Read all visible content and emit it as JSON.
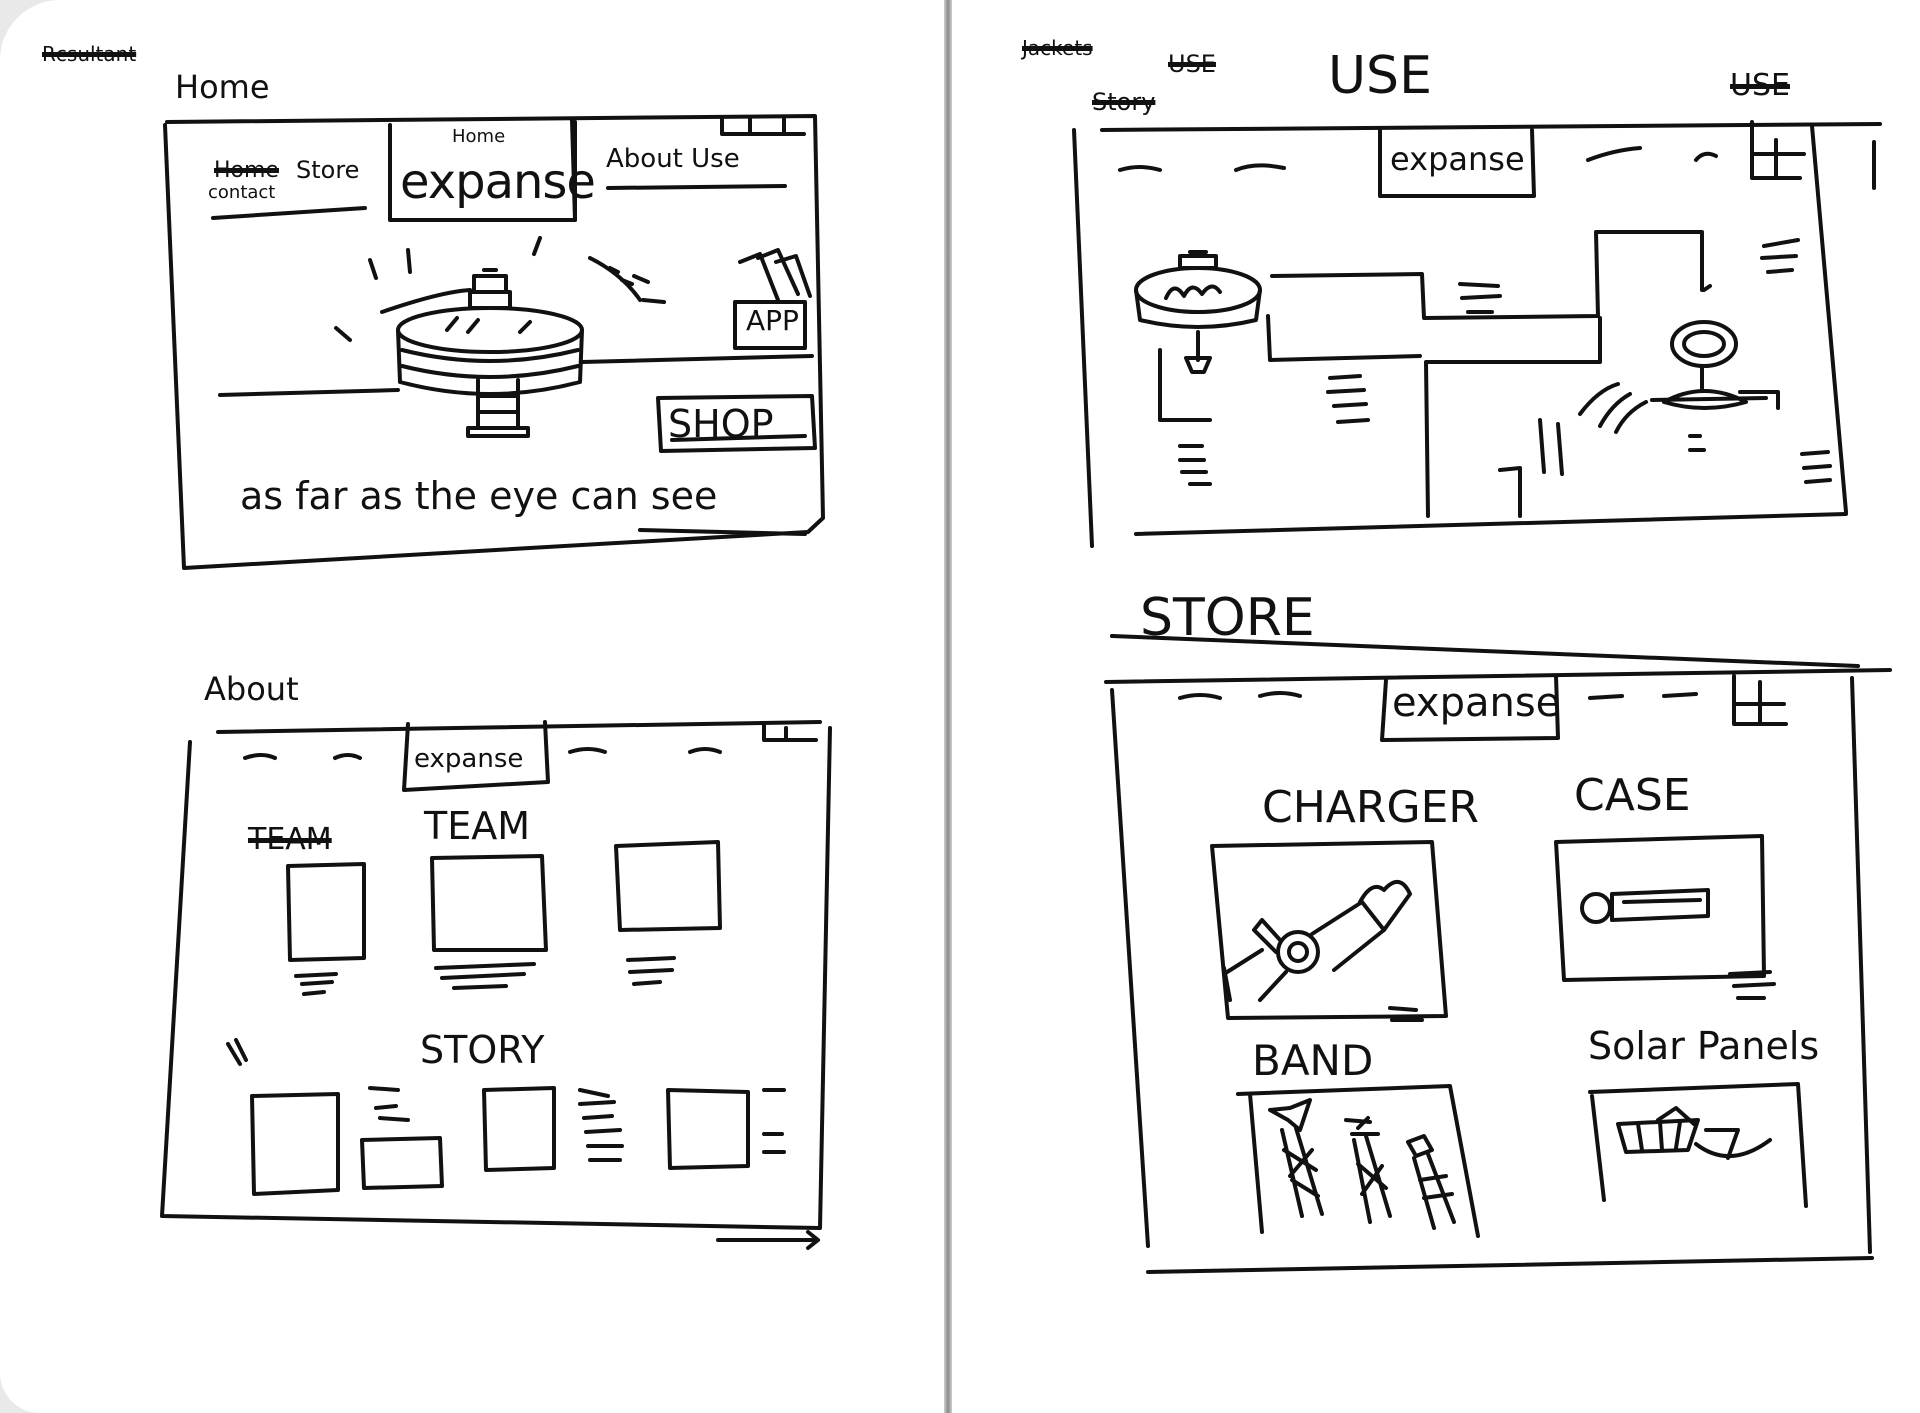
{
  "colors": {
    "ink": "#111111",
    "paper": "#ffffff"
  },
  "left_page": {
    "home_section": {
      "corner_label": "Rcsultant",
      "title": "Home",
      "nav_home_crossed": "Home",
      "nav_store": "Store",
      "nav_contact": "contact",
      "logo_caption": "Home",
      "logo": "expanse",
      "nav_about_use": "About Use",
      "app_button": "APP",
      "shop_button": "SHOP",
      "tagline": "as far as the eye can see"
    },
    "about_section": {
      "title": "About",
      "logo": "expanse",
      "crossed_label": "TEAM",
      "team_heading": "TEAM",
      "story_heading": "STORY"
    }
  },
  "right_page": {
    "use_section": {
      "corner_label": "Jackets",
      "crossed_top": "USE",
      "crossed_left": "Story",
      "title": "USE",
      "crossed_right": "USE",
      "logo": "expanse"
    },
    "store_section": {
      "title": "STORE",
      "logo": "expanse",
      "products": [
        {
          "label": "CHARGER",
          "icon": "watch-charger-icon"
        },
        {
          "label": "CASE",
          "icon": "case-icon"
        },
        {
          "label": "BAND",
          "icon": "band-icon"
        },
        {
          "label": "Solar Panels",
          "icon": "solar-panel-icon"
        }
      ]
    }
  }
}
